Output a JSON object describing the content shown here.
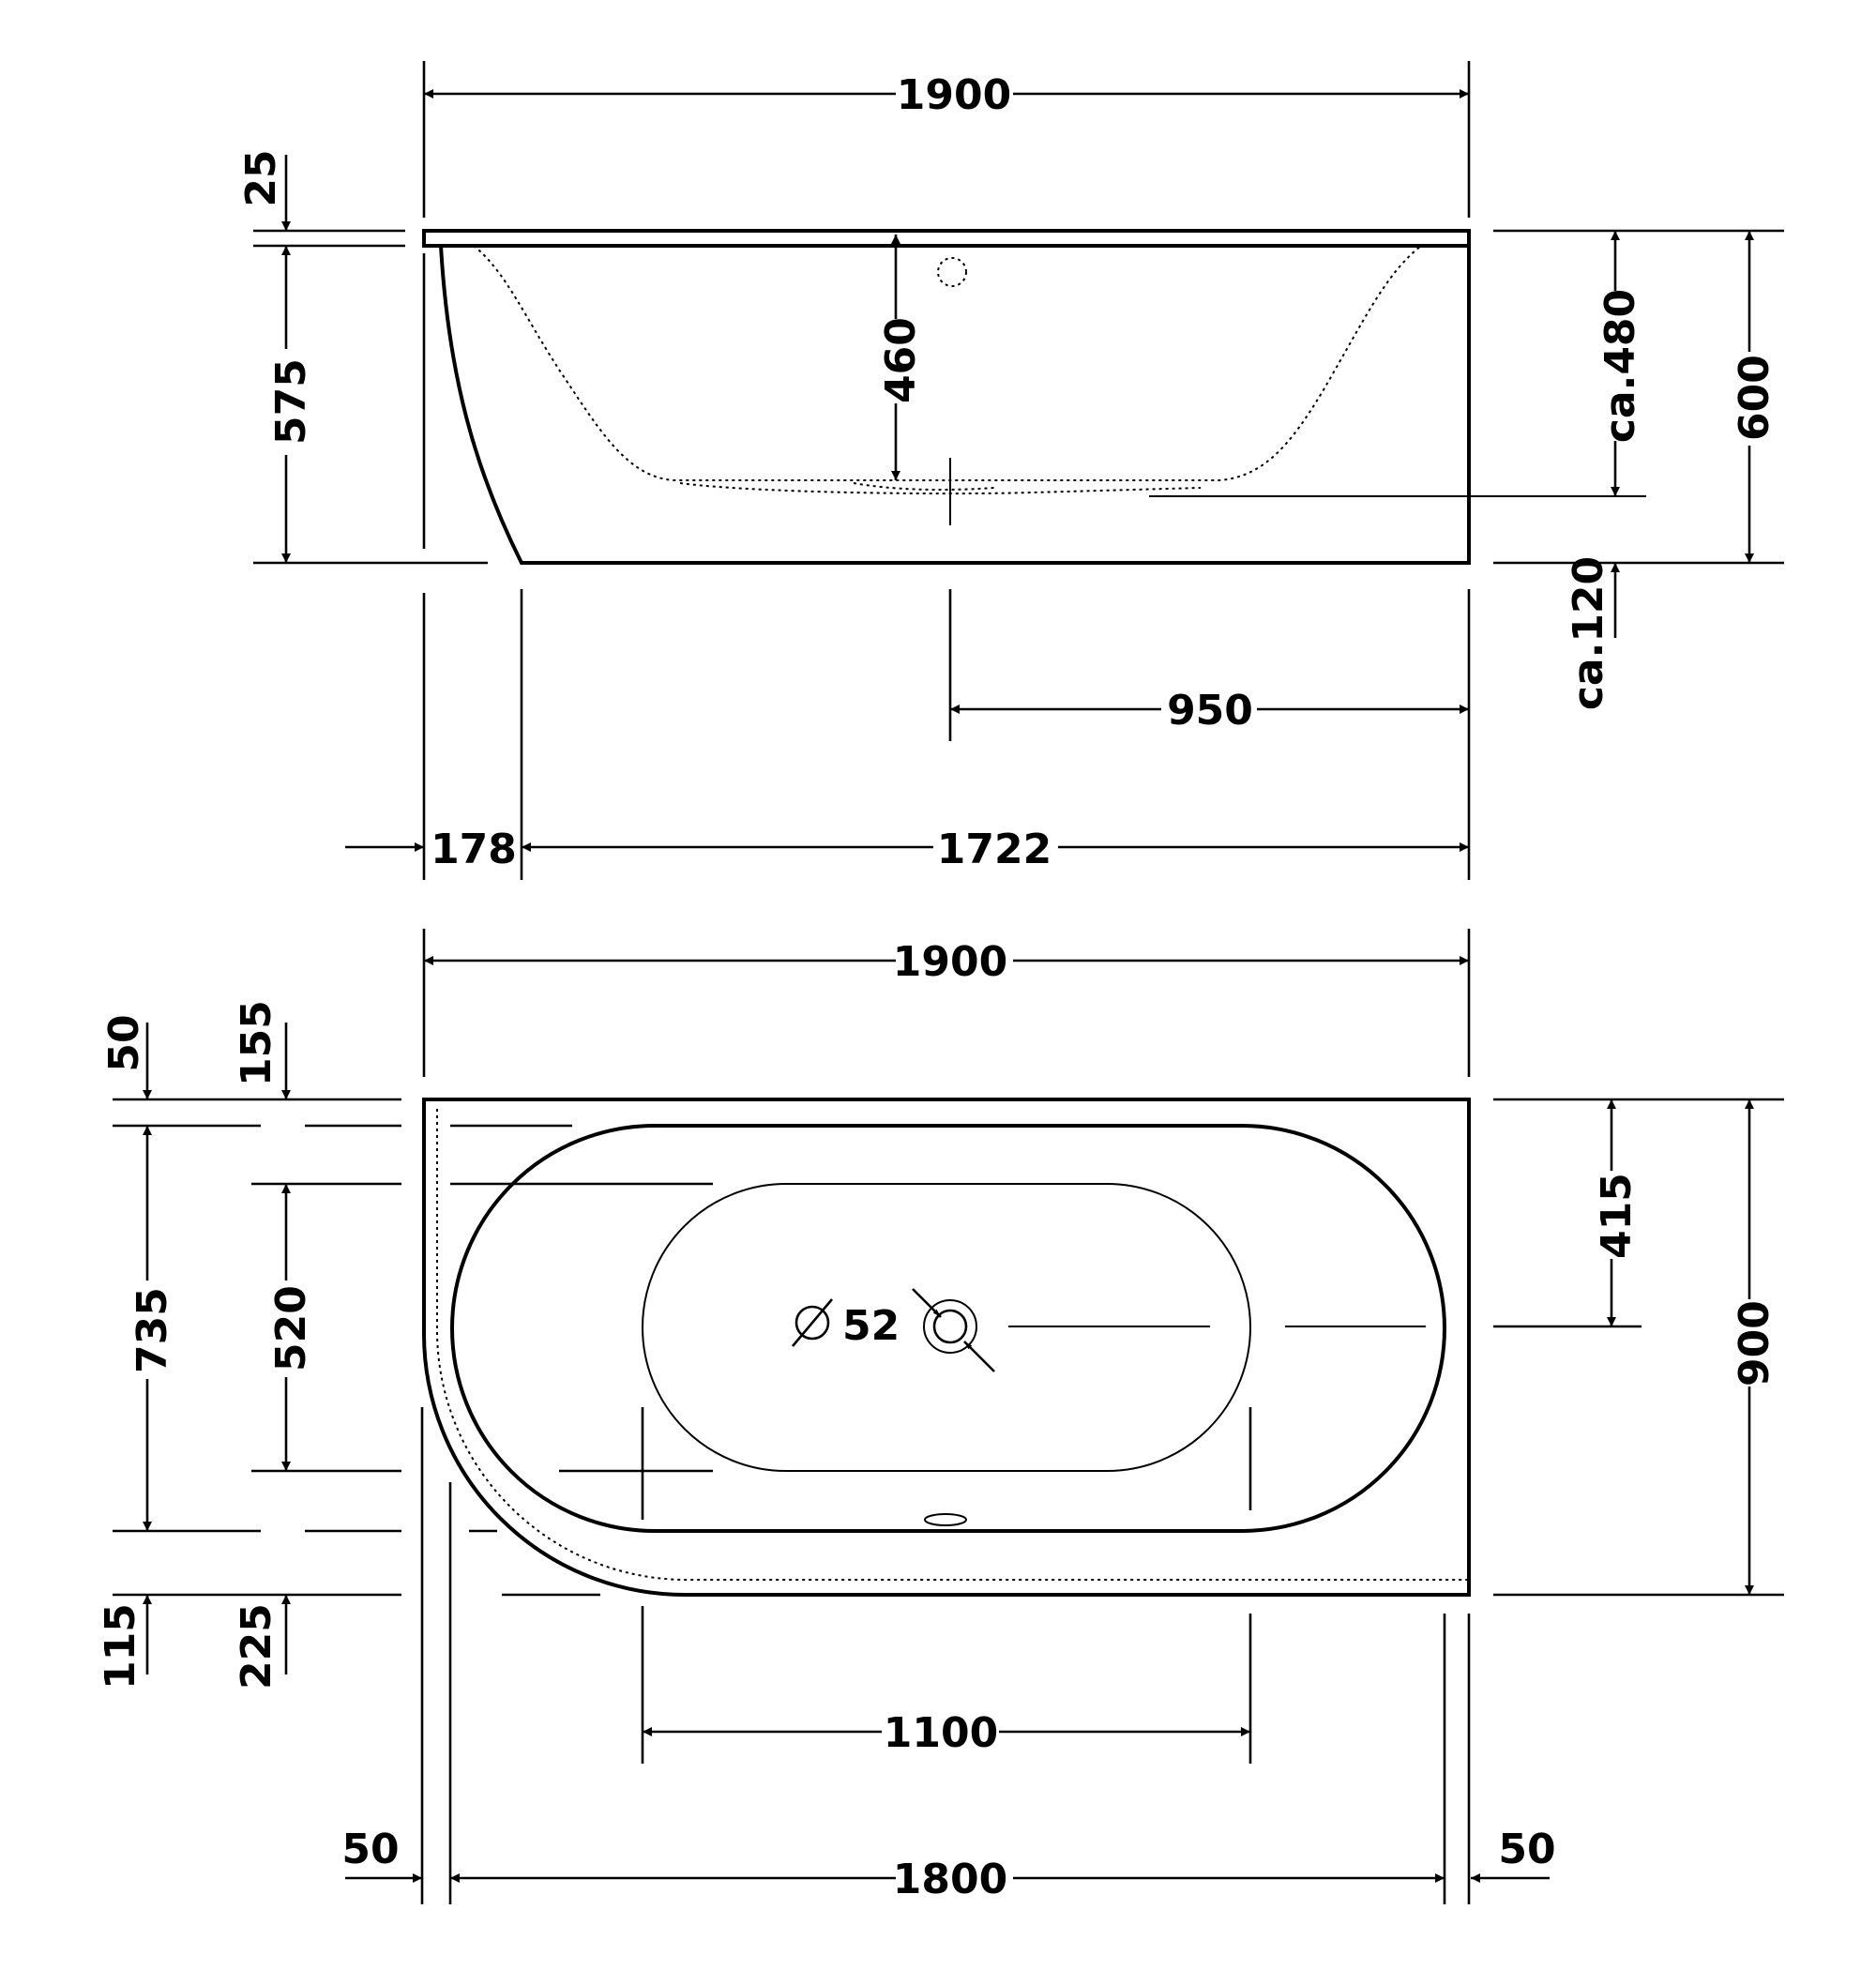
{
  "side_view": {
    "overall_length": "1900",
    "rim_thickness": "25",
    "side_height": "575",
    "inner_depth": "460",
    "water_depth": "ca.480",
    "total_height": "600",
    "floor_clearance": "ca.120",
    "drain_offset": "950",
    "slope_offset": "178",
    "base_length": "1722"
  },
  "top_view": {
    "overall_length": "1900",
    "rim_top": "50",
    "basin_top": "155",
    "rim_width": "735",
    "basin_width": "520",
    "rim_bottom": "115",
    "basin_bottom": "225",
    "drain_offset": "415",
    "overall_width": "900",
    "drain_diameter": "52",
    "bottom_length": "1100",
    "edge_left": "50",
    "inner_length": "1800",
    "edge_right": "50"
  }
}
